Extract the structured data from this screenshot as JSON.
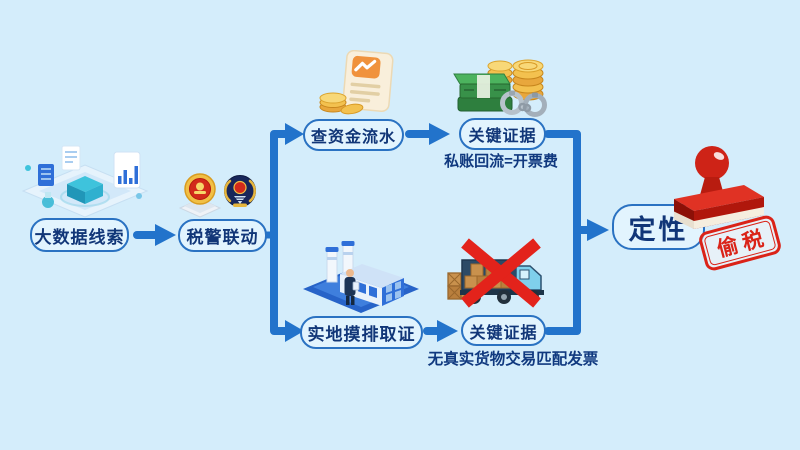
{
  "diagram": {
    "background_color": "#d4edfb",
    "connector_color": "#2273cb",
    "nodes": {
      "start": "大数据线索",
      "coordination": "税警联动",
      "check_funds": "查资金流水",
      "evidence_top": "关键证据",
      "field_investigation": "实地摸排取证",
      "evidence_bottom": "关键证据",
      "result": "定性",
      "stamp": "偷税"
    },
    "captions": {
      "funds_finding": "私账回流=开票费",
      "goods_finding": "无真实货物交易匹配发票"
    },
    "icons": {
      "start_illustration": "big-data-platform-illustration",
      "badge_left": "tax-bureau-badge-icon",
      "badge_right": "police-badge-icon",
      "funds": "bank-statement-coins-icon",
      "evidence_cash": "cash-coins-handcuffs-icon",
      "factory": "factory-inspection-icon",
      "truck": "cargo-truck-crates-icon",
      "cross": "red-x-icon",
      "stamp": "red-stamp-icon"
    },
    "colors": {
      "node_border": "#2a72c2",
      "node_fill": "#e2f4fe",
      "node_text": "#113678",
      "caption_text": "#10397f",
      "stamp_red": "#ce2317",
      "seal_red": "#da2318",
      "money_green": "#389149",
      "coin_gold": "#f3c14f"
    }
  }
}
